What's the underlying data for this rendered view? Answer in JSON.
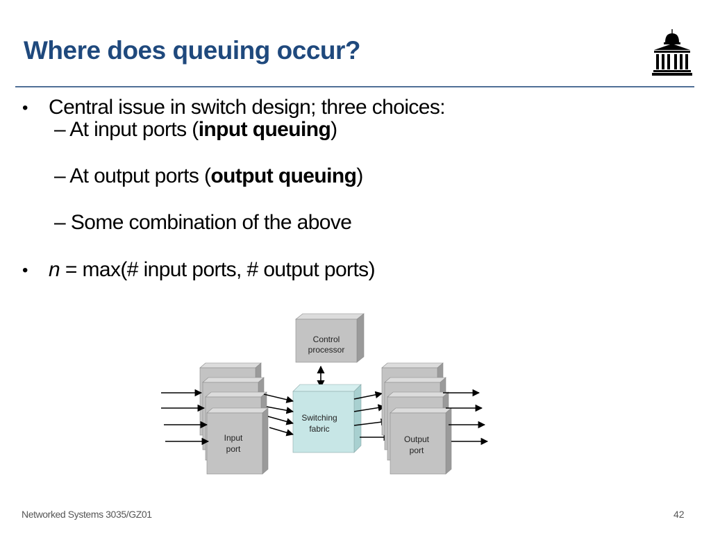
{
  "slide": {
    "title": "Where does queuing occur?",
    "page_number": "42",
    "footer": "Networked Systems 3035/GZ01"
  },
  "bullets": [
    {
      "marker": "•",
      "text": "Central issue in switch design; three choices:"
    },
    {
      "marker": "•",
      "italic_part": "n",
      "text": " = max(# input ports, # output ports)"
    }
  ],
  "sub_bullets": [
    {
      "dash": "–",
      "before": "At input ports (",
      "bold": "input queuing",
      "after": ")"
    },
    {
      "dash": "–",
      "before": "At output ports (",
      "bold": "output queuing",
      "after": ")"
    },
    {
      "dash": "–",
      "text": "Some combination of the above"
    }
  ],
  "diagram": {
    "control_line1": "Control",
    "control_line2": "processor",
    "fabric_line1": "Switching",
    "fabric_line2": "fabric",
    "input_line1": "Input",
    "input_line2": "port",
    "output_line1": "Output",
    "output_line2": "port",
    "colors": {
      "box_face": "#c3c3c3",
      "box_top": "#dcdcdc",
      "box_side": "#9a9a9a",
      "fabric_face": "#c7e6e6",
      "fabric_top": "#d6efef",
      "fabric_side": "#a8d0d0"
    }
  },
  "colors": {
    "title": "#1f497d",
    "rule": "#4f6f96"
  },
  "icons": {
    "logo": "university-building-icon"
  }
}
